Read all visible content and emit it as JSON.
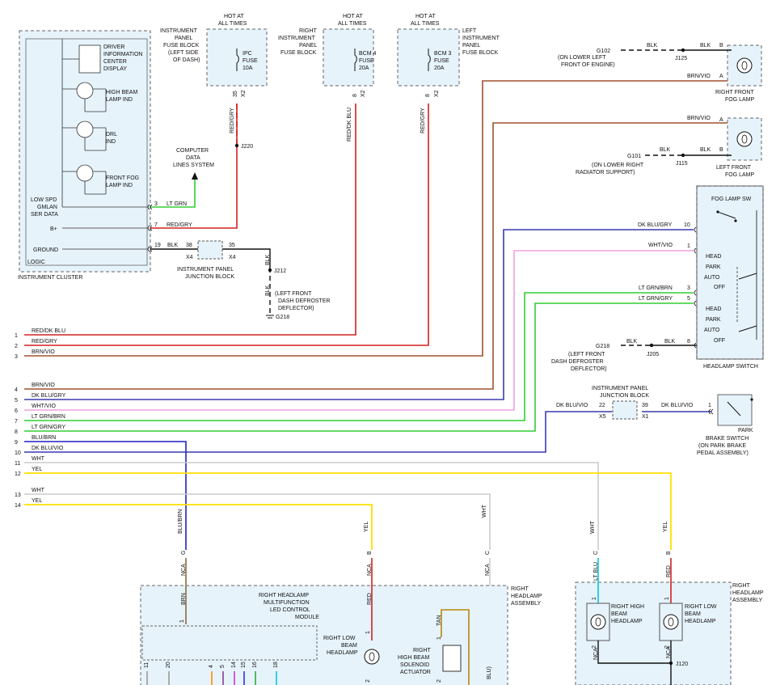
{
  "cluster": {
    "title": "INSTRUMENT CLUSTER",
    "logic": "LOGIC",
    "dic": [
      "DRIVER",
      "INFORMATION",
      "CENTER",
      "DISPLAY"
    ],
    "hb": [
      "HIGH BEAM",
      "LAMP IND"
    ],
    "drl": [
      "DRL",
      "IND"
    ],
    "ff": [
      "FRONT FOG",
      "LAMP IND"
    ],
    "lowspd": [
      "LOW SPD",
      "GMLAN",
      "SER DATA"
    ],
    "bplus": "B+",
    "ground": "GROUND",
    "pin3": "3",
    "pin7": "7",
    "pin19": "19",
    "w_ltgrn": "LT GRN",
    "w_redgry": "RED/GRY",
    "w_blk": "BLK"
  },
  "cds": [
    "COMPUTER",
    "DATA",
    "LINES SYSTEM"
  ],
  "ipjb": {
    "label": [
      "INSTRUMENT PANEL",
      "JUNCTION BLOCK"
    ],
    "p38": "38",
    "p35": "35",
    "x4a": "X4",
    "x4b": "X4"
  },
  "g218a": {
    "j212": "J212",
    "blk1": "BLK",
    "blk2": "BLK",
    "loc": [
      "(LEFT FRONT",
      "DASH DEFROSTER",
      "DEFLECTOR)"
    ],
    "g": "G218"
  },
  "fuses": [
    {
      "hot": [
        "HOT AT",
        "ALL TIMES"
      ],
      "side": [
        "INSTRUMENT",
        "PANEL",
        "FUSE BLOCK",
        "(LEFT SIDE",
        "OF DASH)"
      ],
      "name": [
        "IPC",
        "FUSE",
        "10A"
      ],
      "pin": "35",
      "conn": "X2",
      "wire": "RED/GRY",
      "splice": "J220"
    },
    {
      "hot": [
        "HOT AT",
        "ALL TIMES"
      ],
      "side": [
        "RIGHT",
        "INSTRUMENT",
        "PANEL",
        "FUSE BLOCK"
      ],
      "name": [
        "BCM 4",
        "FUSE",
        "20A"
      ],
      "pin": "8",
      "conn": "X2",
      "wire": "RED/DK BLU"
    },
    {
      "hot": [
        "HOT AT",
        "ALL TIMES"
      ],
      "side": [
        "LEFT",
        "INSTRUMENT",
        "PANEL",
        "FUSE BLOCK"
      ],
      "name": [
        "BCM 3",
        "FUSE",
        "20A"
      ],
      "pin": "8",
      "conn": "X2",
      "wire": "RED/GRY"
    }
  ],
  "rfog": {
    "g": "G102",
    "loc": [
      "(ON LOWER LEFT",
      "FRONT OF ENGINE)"
    ],
    "splice": "J125",
    "blk1": "BLK",
    "blk2": "BLK",
    "pb": "B",
    "pa": "A",
    "wire": "BRN/VIO",
    "label": [
      "RIGHT FRONT",
      "FOG LAMP"
    ]
  },
  "lfog": {
    "g": "G101",
    "loc": [
      "(ON LOWER RIGHT",
      "RADIATOR SUPPORT)"
    ],
    "splice": "J115",
    "blk1": "BLK",
    "blk2": "BLK",
    "pb": "B",
    "pa": "A",
    "wire": "BRN/VIO",
    "label": [
      "LEFT FRONT",
      "FOG LAMP"
    ]
  },
  "hsw": {
    "title": "FOG LAMP SW",
    "label": "HEADLAMP SWITCH",
    "pos1": [
      "HEAD",
      "PARK",
      "AUTO",
      "OFF"
    ],
    "pos2": [
      "HEAD",
      "PARK",
      "AUTO",
      "OFF"
    ],
    "p10": "10",
    "p1": "1",
    "p3": "3",
    "p5": "5",
    "p8": "8",
    "w10": "DK BLU/GRY",
    "w1": "WHT/VIO",
    "w3": "LT GRN/BRN",
    "w5": "LT GRN/GRY",
    "w8": "BLK",
    "g": "G218",
    "j": "J205",
    "blk": "BLK",
    "loc": [
      "(LEFT FRONT",
      "DASH DEFROSTER",
      "DEFLECTOR)"
    ]
  },
  "brake": {
    "jb": [
      "INSTRUMENT PANEL",
      "JUNCTION BLOCK"
    ],
    "p22": "22",
    "p39": "39",
    "x5": "X5",
    "x1": "X1",
    "p1": "1",
    "wL": "DK BLU/VIO",
    "wR": "DK BLU/VIO",
    "park": "PARK",
    "label": [
      "BRAKE SWITCH",
      "(ON PARK BRAKE",
      "PEDAL ASSEMBLY)"
    ]
  },
  "bus": {
    "nums": [
      "1",
      "2",
      "3",
      "4",
      "5",
      "6",
      "7",
      "8",
      "9",
      "10",
      "11",
      "12",
      "13",
      "14"
    ],
    "names": [
      "RED/DK BLU",
      "RED/GRY",
      "BRN/VIO",
      "BRN/VIO",
      "DK BLU/GRY",
      "WHT/VIO",
      "LT GRN/BRN",
      "LT GRN/GRY",
      "BLU/BRN",
      "DK BLU/VIO",
      "WHT",
      "YEL",
      "WHT",
      "YEL"
    ]
  },
  "rhl": {
    "g": "G",
    "wg": "BLU/BRN",
    "b": "B",
    "wb": "YEL",
    "c": "C",
    "wc": "WHT",
    "nca1": "NCA",
    "nca2": "NCA",
    "nca3": "NCA",
    "brn": "BRN",
    "red": "RED",
    "tan": "TAN",
    "blu": "BLU)",
    "p1": "1",
    "p1b": "1",
    "p2": "2",
    "p1c": "1",
    "p2c": "2",
    "module": [
      "RIGHT HEADLAMP",
      "MULTIFUNCTION",
      "LED CONTROL",
      "MODULE"
    ],
    "assy": [
      "RIGHT",
      "HEADLAMP",
      "ASSEMBLY"
    ],
    "low": [
      "RIGHT LOW",
      "BEAM",
      "HEADLAMP"
    ],
    "sol": [
      "RIGHT",
      "HIGH BEAM",
      "SOLENOID",
      "ACTUATOR"
    ],
    "mpins": [
      "11",
      "20",
      "4",
      "5",
      "14",
      "15",
      "16",
      "18"
    ]
  },
  "rhl2": {
    "c": "C",
    "wc": "WHT",
    "b": "B",
    "wb": "YEL",
    "ltblu": "LT BLU",
    "red": "RED",
    "p1": "1",
    "p2": "2",
    "p1b": "1",
    "p2b": "2",
    "nca1": "NCA",
    "nca2": "NCA",
    "j120": "J120",
    "high": [
      "RIGHT HIGH",
      "BEAM",
      "HEADLAMP"
    ],
    "low": [
      "RIGHT LOW",
      "BEAM",
      "HEADLAMP"
    ],
    "assy": [
      "RIGHT",
      "HEADLAMP",
      "ASSEMBLY"
    ]
  }
}
